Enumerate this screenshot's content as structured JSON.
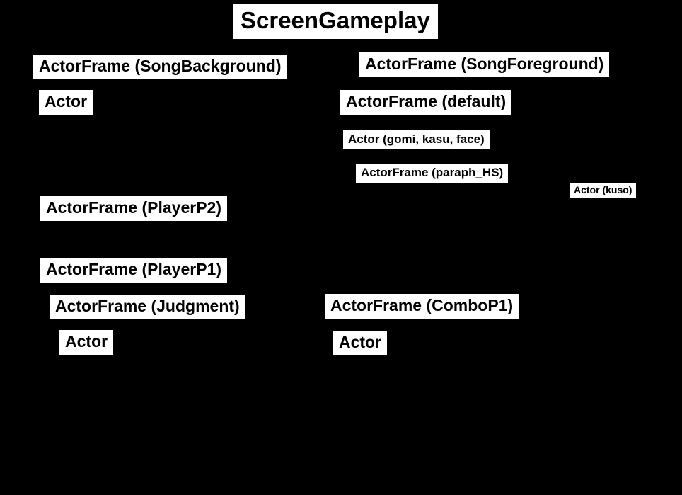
{
  "screen": {
    "title": "ScreenGameplay"
  },
  "colors": {
    "background": "#000000",
    "label_background": "#ffffff",
    "label_text": "#000000"
  },
  "actors": {
    "song_background": {
      "label": "ActorFrame (SongBackground)",
      "child_actor_label": "Actor"
    },
    "song_foreground": {
      "label": "ActorFrame (SongForeground)",
      "default_frame": {
        "label": "ActorFrame (default)",
        "gomi_kasu_face": {
          "label": "Actor (gomi, kasu, face)"
        },
        "paraph_hs": {
          "label": "ActorFrame (paraph_HS)"
        },
        "kuso": {
          "label": "Actor (kuso)"
        }
      }
    },
    "player_p2": {
      "label": "ActorFrame (PlayerP2)"
    },
    "player_p1": {
      "label": "ActorFrame (PlayerP1)"
    },
    "judgment": {
      "label": "ActorFrame (Judgment)",
      "child_actor_label": "Actor"
    },
    "combo_p1": {
      "label": "ActorFrame (ComboP1)",
      "child_actor_label": "Actor"
    }
  }
}
